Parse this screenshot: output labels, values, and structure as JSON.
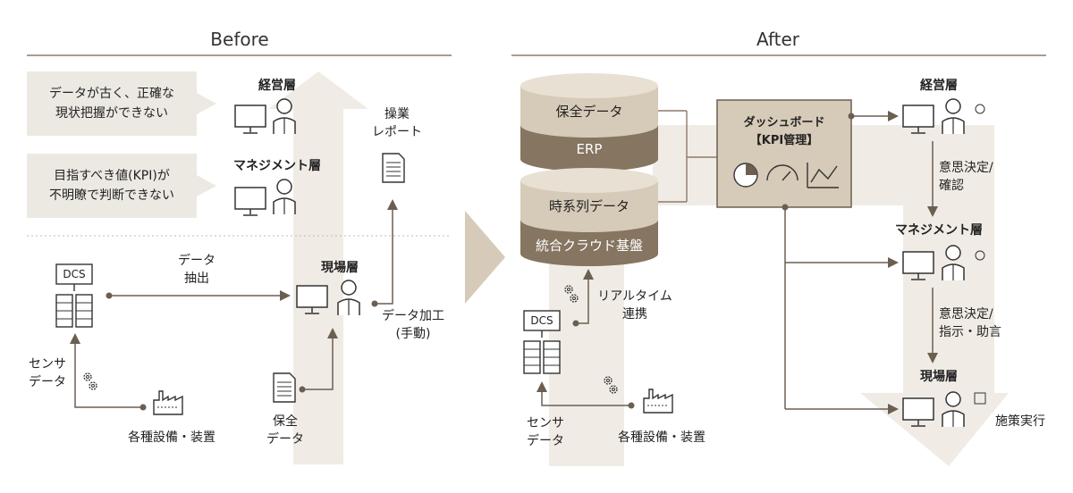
{
  "before": {
    "title": "Before",
    "bubble_top": "データが古く、正確な\n現状把握ができない",
    "bubble_mid": "目指すべき値(KPI)が\n不明瞭で判断できない",
    "layer_exec": "経営層",
    "layer_mgmt": "マネジメント層",
    "layer_field": "現場層",
    "report": "操業\nレポート",
    "dcs": "DCS",
    "extract": "データ\n抽出",
    "process": "データ加工\n(手動)",
    "sensor": "センサ\nデータ",
    "equipment": "各種設備・装置",
    "maint": "保全\nデータ"
  },
  "after": {
    "title": "After",
    "cyl_top1": "保全データ",
    "cyl_top2": "ERP",
    "cyl_bot1": "時系列データ",
    "cyl_bot2": "統合クラウド基盤",
    "dashboard": "ダッシュボード\n【KPI管理】",
    "layer_exec": "経営層",
    "layer_mgmt": "マネジメント層",
    "layer_field": "現場層",
    "decision1": "意思決定/\n確認",
    "decision2": "意思決定/\n指示・助言",
    "action": "施策実行",
    "realtime": "リアルタイム\n連携",
    "dcs": "DCS",
    "sensor": "センサ\nデータ",
    "equipment": "各種設備・装置"
  }
}
